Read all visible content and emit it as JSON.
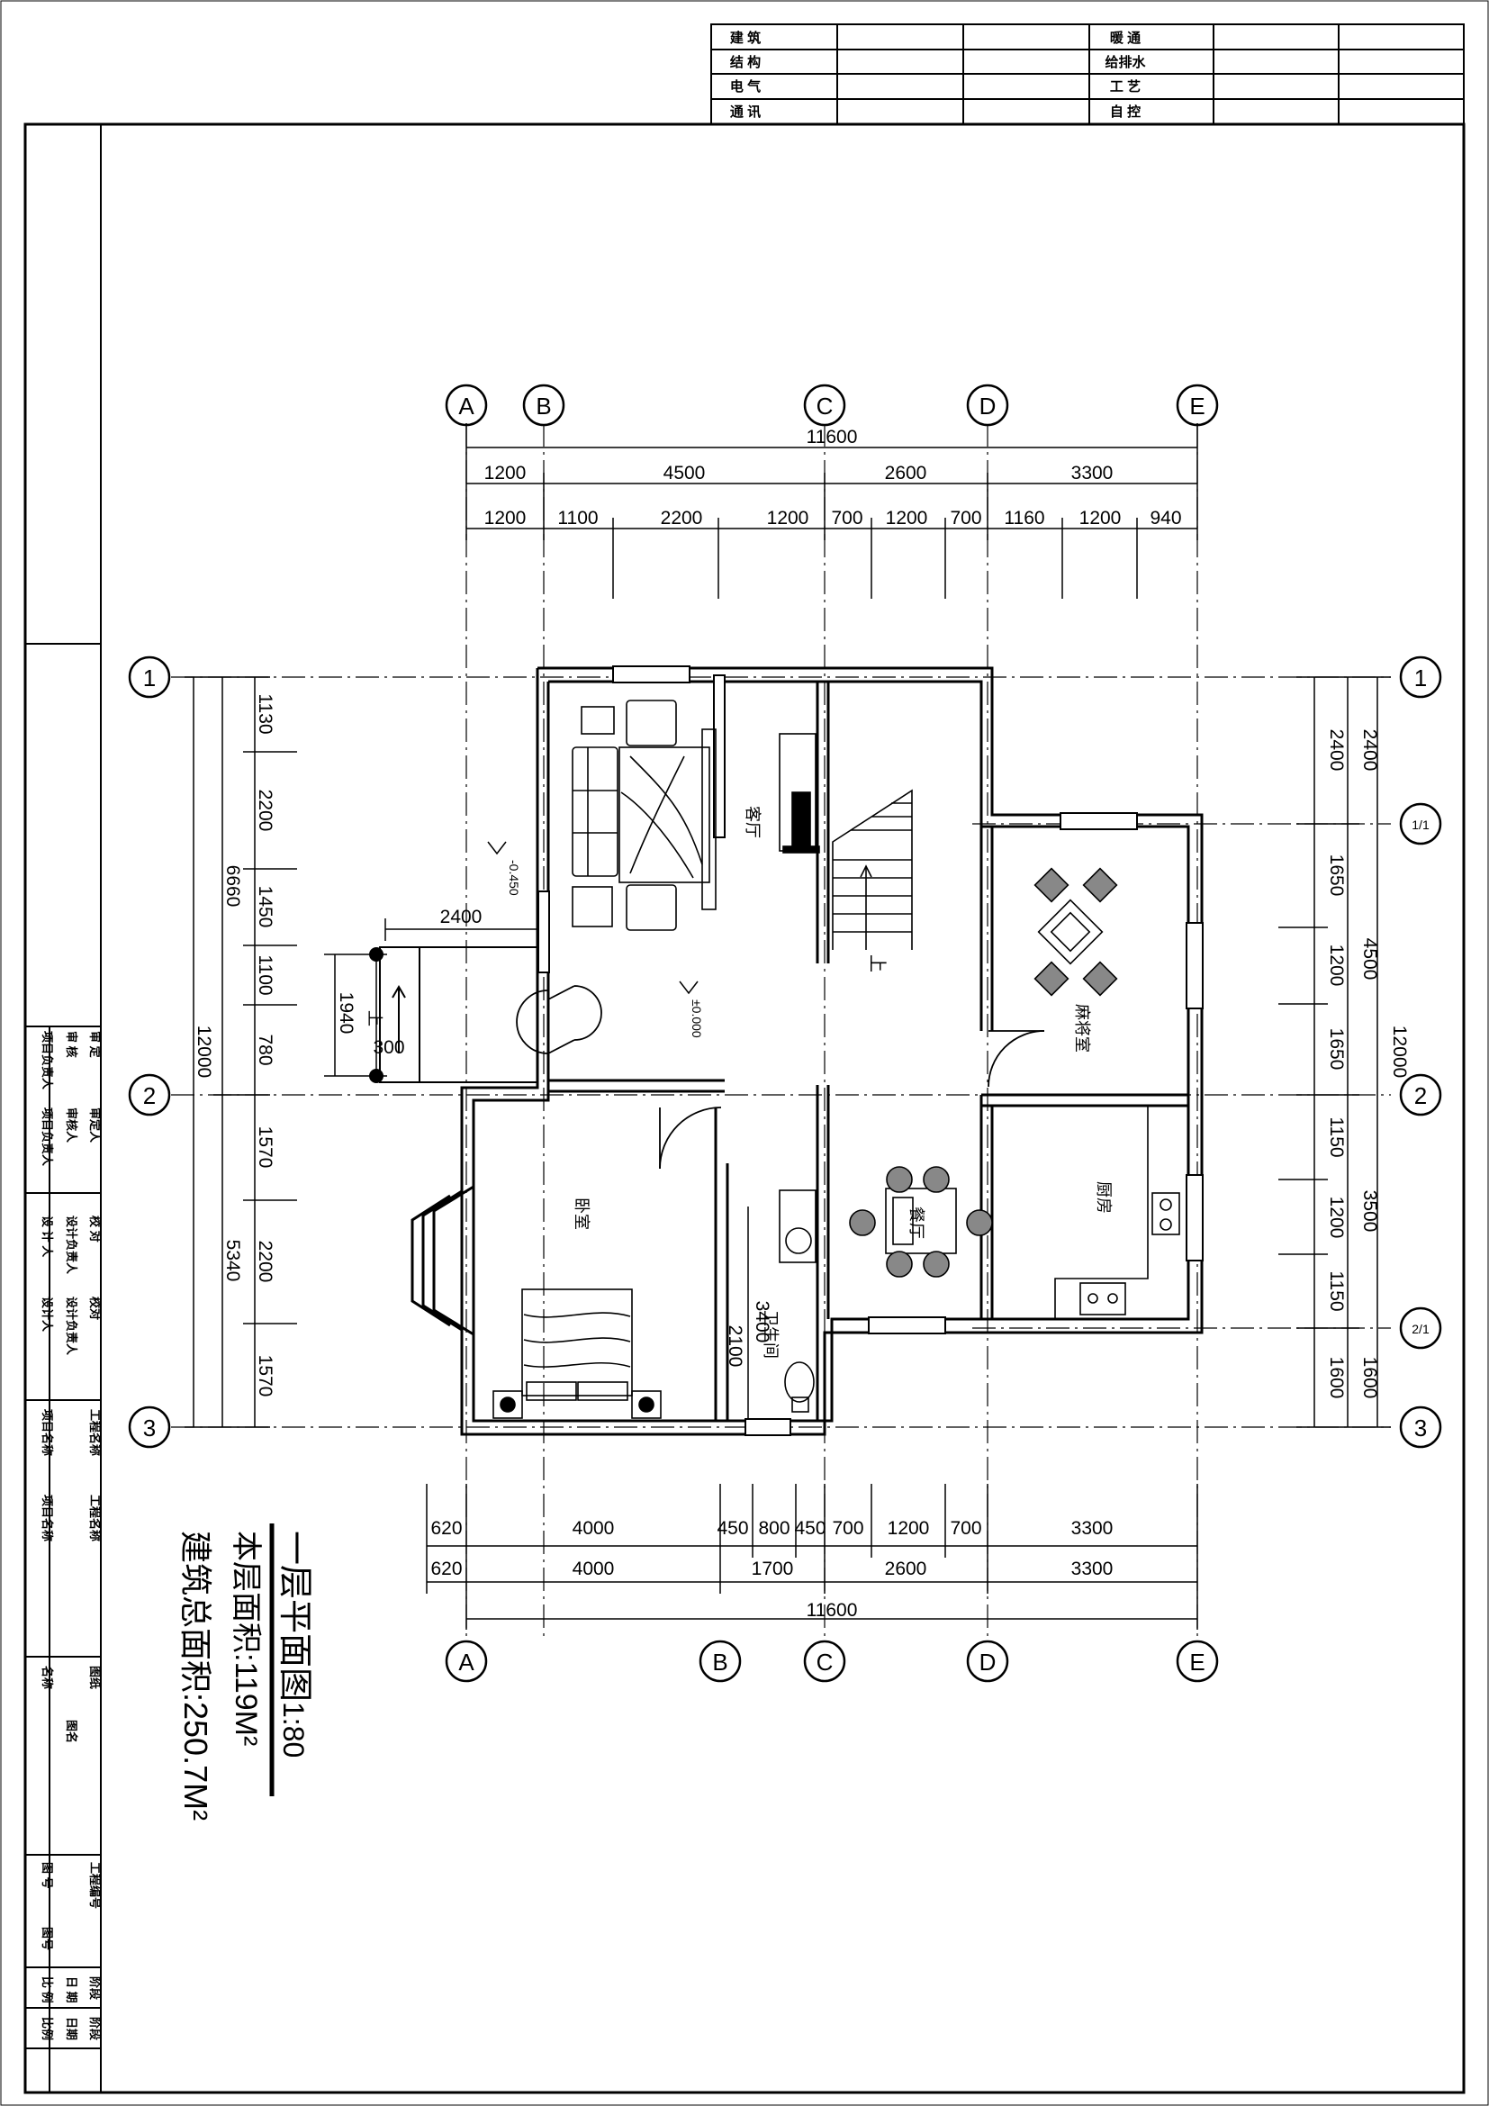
{
  "top_box": {
    "left_labels": [
      "建 筑",
      "结 构",
      "电 气",
      "通 讯"
    ],
    "right_labels": [
      "暖 通",
      "给排水",
      "工 艺",
      "自 控"
    ]
  },
  "rooms": {
    "living": "客厅",
    "mahjong": "麻将室",
    "bedroom": "卧室",
    "dining": "餐厅",
    "kitchen": "厨房",
    "bathroom": "卫生间",
    "stair_up": "上",
    "porch_up": "上"
  },
  "levels": {
    "outdoor": "-0.450",
    "indoor": "±0.000"
  },
  "axes": {
    "columns": [
      "A",
      "B",
      "C",
      "D",
      "E"
    ],
    "rows": [
      "1",
      "1/1",
      "2",
      "2/1",
      "3"
    ]
  },
  "dims": {
    "top_total": "11600",
    "top_row1": [
      "1200",
      "4500",
      "2600",
      "3300"
    ],
    "top_row2": [
      "1200",
      "1100",
      "2200",
      "1200",
      "700",
      "1200",
      "700",
      "1160",
      "1200",
      "940"
    ],
    "bottom_row1": [
      "620",
      "4000",
      "450",
      "800",
      "450",
      "700",
      "1200",
      "700",
      "3300"
    ],
    "bottom_row2": [
      "620",
      "4000",
      "1700",
      "2600",
      "3300"
    ],
    "bottom_total": "11600",
    "left_detail": [
      "1130",
      "2200",
      "1450",
      "1100",
      "780",
      "1570",
      "2200",
      "1570"
    ],
    "left_mid": [
      "6660",
      "5340"
    ],
    "left_total": "12000",
    "right_detail": [
      "1650",
      "1200",
      "1650",
      "1150",
      "1200",
      "1150"
    ],
    "right_mid": [
      "2400",
      "4500",
      "3500",
      "1600"
    ],
    "right_total": "12000",
    "right_inner_2400": "2400",
    "right_inner_1600": "1600",
    "porch_w": "2400",
    "porch_d": "1940",
    "porch_step": "300",
    "bath_h": "3400",
    "bath_w": "2100"
  },
  "caption": {
    "title": "一层平面图",
    "scale": "1:80",
    "floor_area": "本层面积:119M²",
    "total_area": "建筑总面积:250.7M²"
  },
  "sidebar": {
    "approve": "审 定",
    "approve_value": "审定人",
    "review": "审 核",
    "review_value": "审核人",
    "project_lead": "项目负责人",
    "project_lead_value": "项目负责人",
    "check": "校 对",
    "check_value": "校对",
    "design_lead": "设计负责人",
    "design_lead_value": "设计负责人",
    "designer": "设 计 人",
    "designer_value": "设计人",
    "project_name_label": "项目名称",
    "project_name_value": "项目名称",
    "work_name_label": "工程名称",
    "work_name_value": "工程名称",
    "drawing_label": "图纸",
    "name_label": "名称",
    "name_value": "图名",
    "work_no_label": "工程编号",
    "drawing_no_label": "图 号",
    "drawing_no_value": "图号",
    "stage_label": "阶段",
    "stage_value": "阶段",
    "date_label": "日 期",
    "date_value": "日期",
    "scale_label": "比 例",
    "scale_value": "比例"
  }
}
